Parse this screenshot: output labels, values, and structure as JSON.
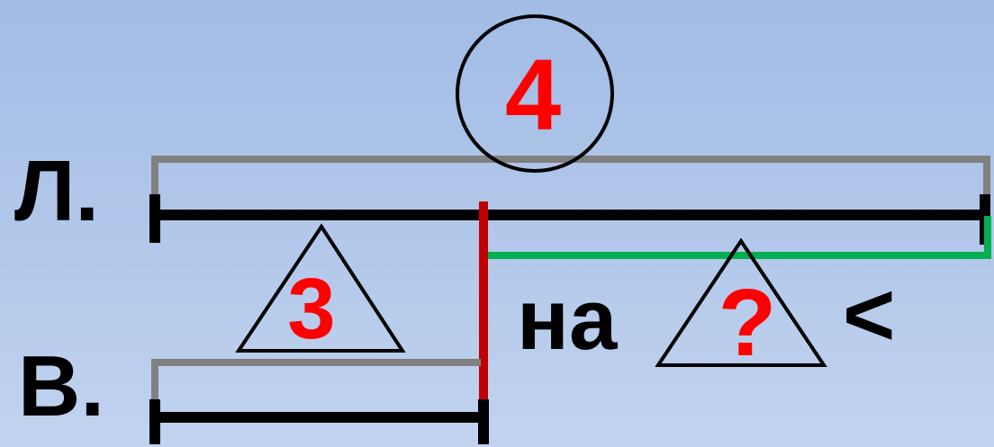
{
  "rows": {
    "top_label": "Л.",
    "bottom_label": "В."
  },
  "markers": {
    "total": "4",
    "part": "3",
    "difference": "?"
  },
  "relation": {
    "word": "на",
    "symbol": "<"
  },
  "colors": {
    "segment": "#000000",
    "brace": "#808080",
    "difference_brace": "#00b050",
    "divider": "#c00000",
    "number_text": "#ff0000"
  }
}
